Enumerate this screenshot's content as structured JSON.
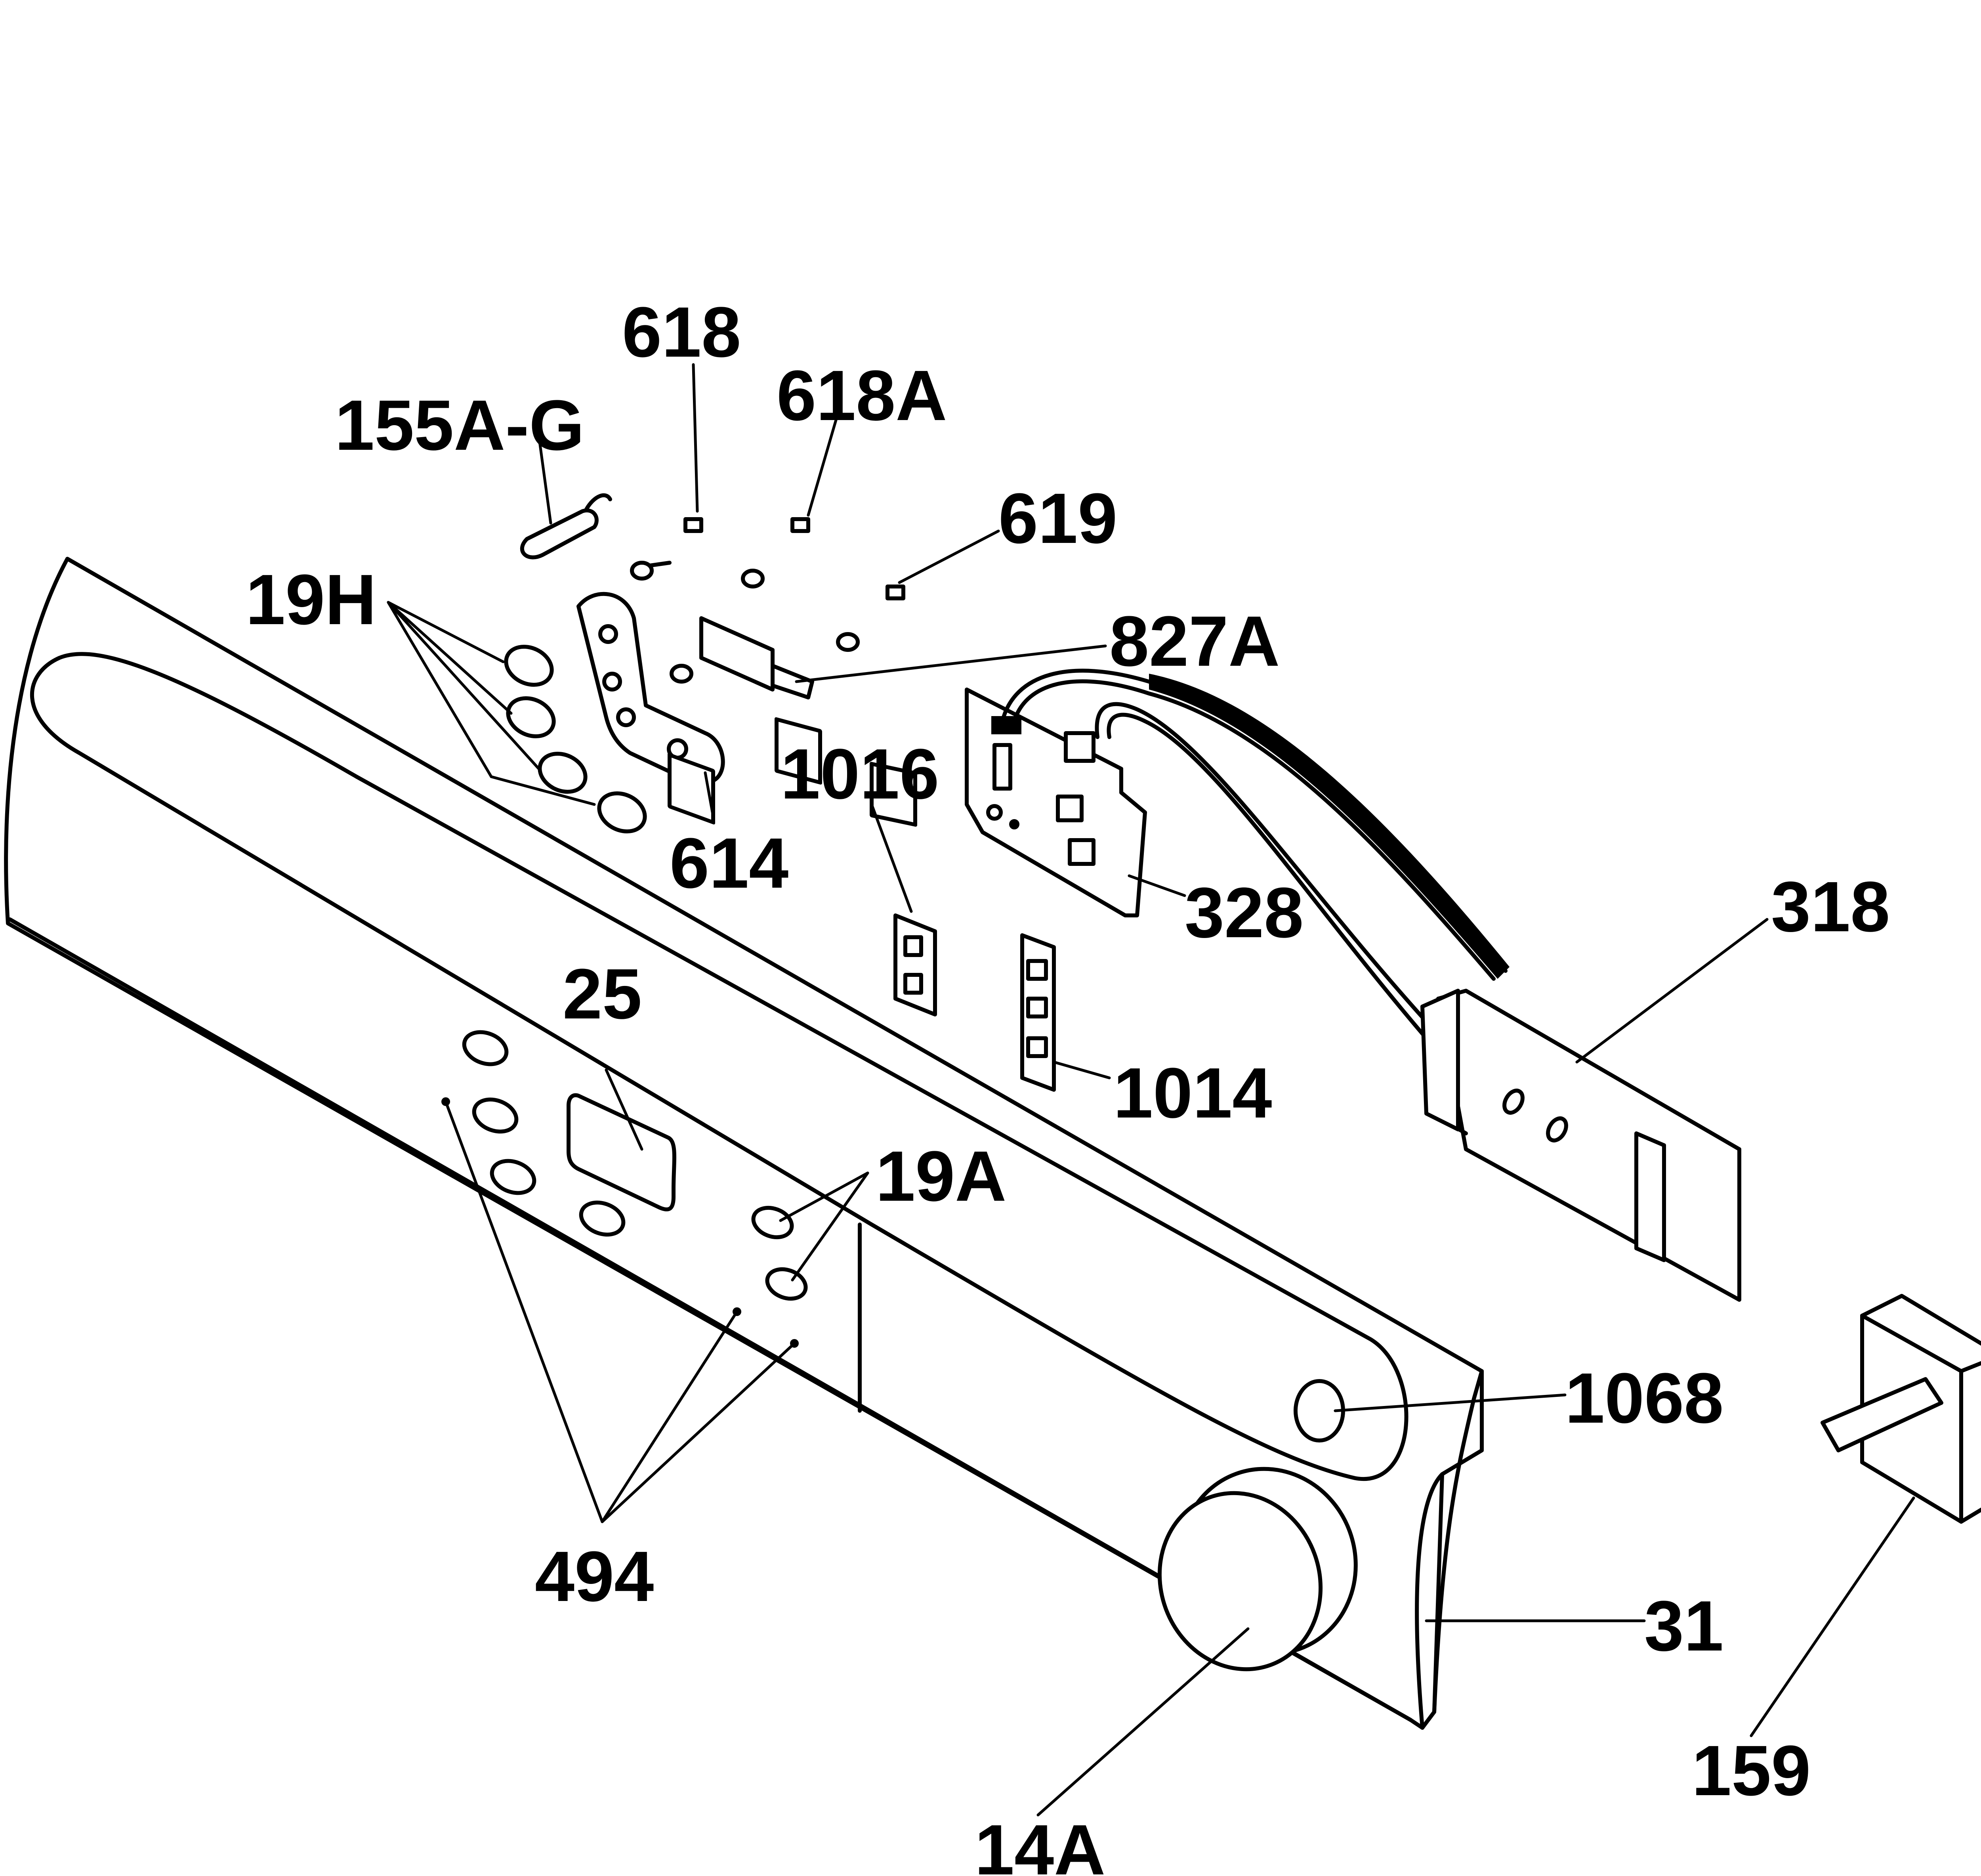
{
  "diagram": {
    "labels": {
      "p618": "618",
      "p618A": "618A",
      "p155AG": "155A-G",
      "p619": "619",
      "p19H": "19H",
      "p827A": "827A",
      "p1016": "1016",
      "p614": "614",
      "p328": "328",
      "p318": "318",
      "p25": "25",
      "p1014": "1014",
      "p19A": "19A",
      "p1068": "1068",
      "p494": "494",
      "p31": "31",
      "p159": "159",
      "p14A": "14A"
    }
  }
}
